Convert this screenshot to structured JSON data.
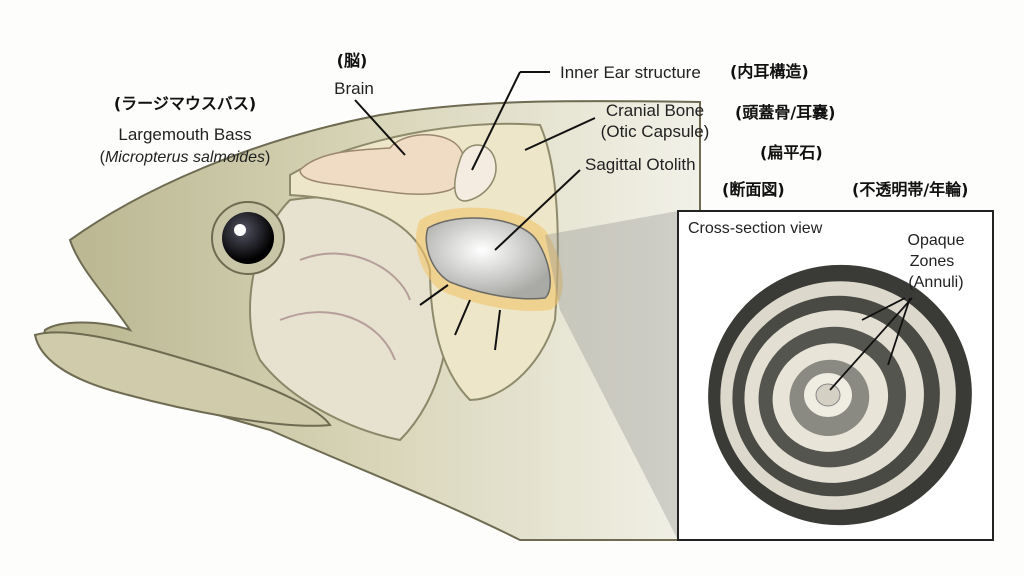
{
  "species": {
    "name_jp": "(ラージマウスバス)",
    "name_en": "Largemouth Bass",
    "scientific_open": "(",
    "scientific_italic": "Micropterus salmoides",
    "scientific_close": ")"
  },
  "labels": {
    "brain_jp": "(脳)",
    "brain_en": "Brain",
    "inner_ear_en": "Inner Ear structure",
    "inner_ear_jp": "(内耳構造)",
    "cranial_bone_en": "Cranial Bone",
    "otic_capsule_en": "(Otic Capsule)",
    "cranial_bone_jp": "(頭蓋骨/耳嚢)",
    "otolith_jp": "(扁平石)",
    "otolith_en": "Sagittal Otolith",
    "cross_section_jp": "(断面図)",
    "opaque_zones_jp": "(不透明帯/年輪)"
  },
  "inset": {
    "title": "Cross-section view",
    "opaque_line1": "Opaque",
    "opaque_line2": "Zones",
    "opaque_line3": "(Annuli)"
  },
  "colors": {
    "fish_body": "#d9d6b8",
    "bone": "#ede6c8",
    "brain": "#f0dcc4",
    "otolith_halo": "#f2c46a",
    "ring_dark": "#3a3a36",
    "ring_light": "#dcd8cc"
  }
}
